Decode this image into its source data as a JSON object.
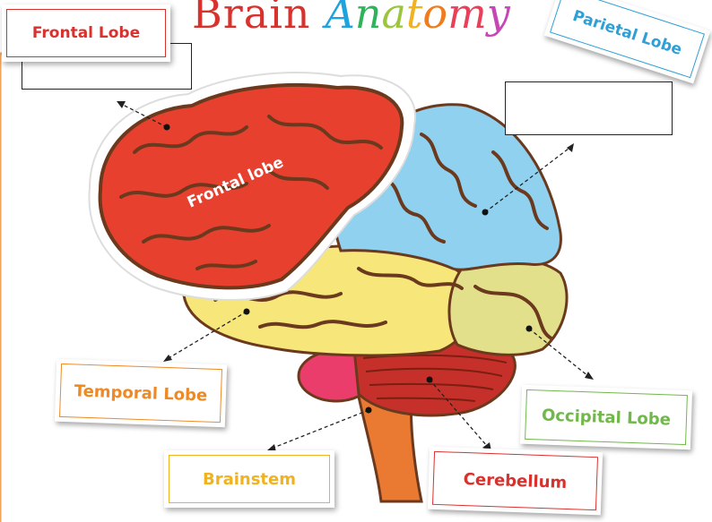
{
  "title": {
    "word1": "Brain",
    "word2_letters": [
      "A",
      "n",
      "a",
      "t",
      "o",
      "m",
      "y"
    ],
    "word2_colors": [
      "#1fa3df",
      "#2fb35a",
      "#9bc53d",
      "#f0b21f",
      "#f07c1e",
      "#e9405a",
      "#c646b6"
    ]
  },
  "labels": {
    "frontal": "Frontal Lobe",
    "parietal": "Parietal Lobe",
    "temporal": "Temporal Lobe",
    "occipital": "Occipital Lobe",
    "brainstem": "Brainstem",
    "cerebellum": "Cerebellum"
  },
  "brain_text": {
    "frontal": "Frontal lobe"
  },
  "colors": {
    "frontal": "#e8402f",
    "parietal": "#8fd1ef",
    "temporal": "#f7e679",
    "occipital": "#e2e08a",
    "cerebellum": "#c6302a",
    "brainstem": "#ea7a32",
    "pons": "#ea3d6b",
    "outline": "#6b3a1e",
    "label_frontal": "#d8322f",
    "label_parietal": "#2f9fd6",
    "label_temporal": "#ee8a26",
    "label_occipital": "#71b84a",
    "label_brainstem": "#f0b21f",
    "label_cerebellum": "#d8322f"
  }
}
